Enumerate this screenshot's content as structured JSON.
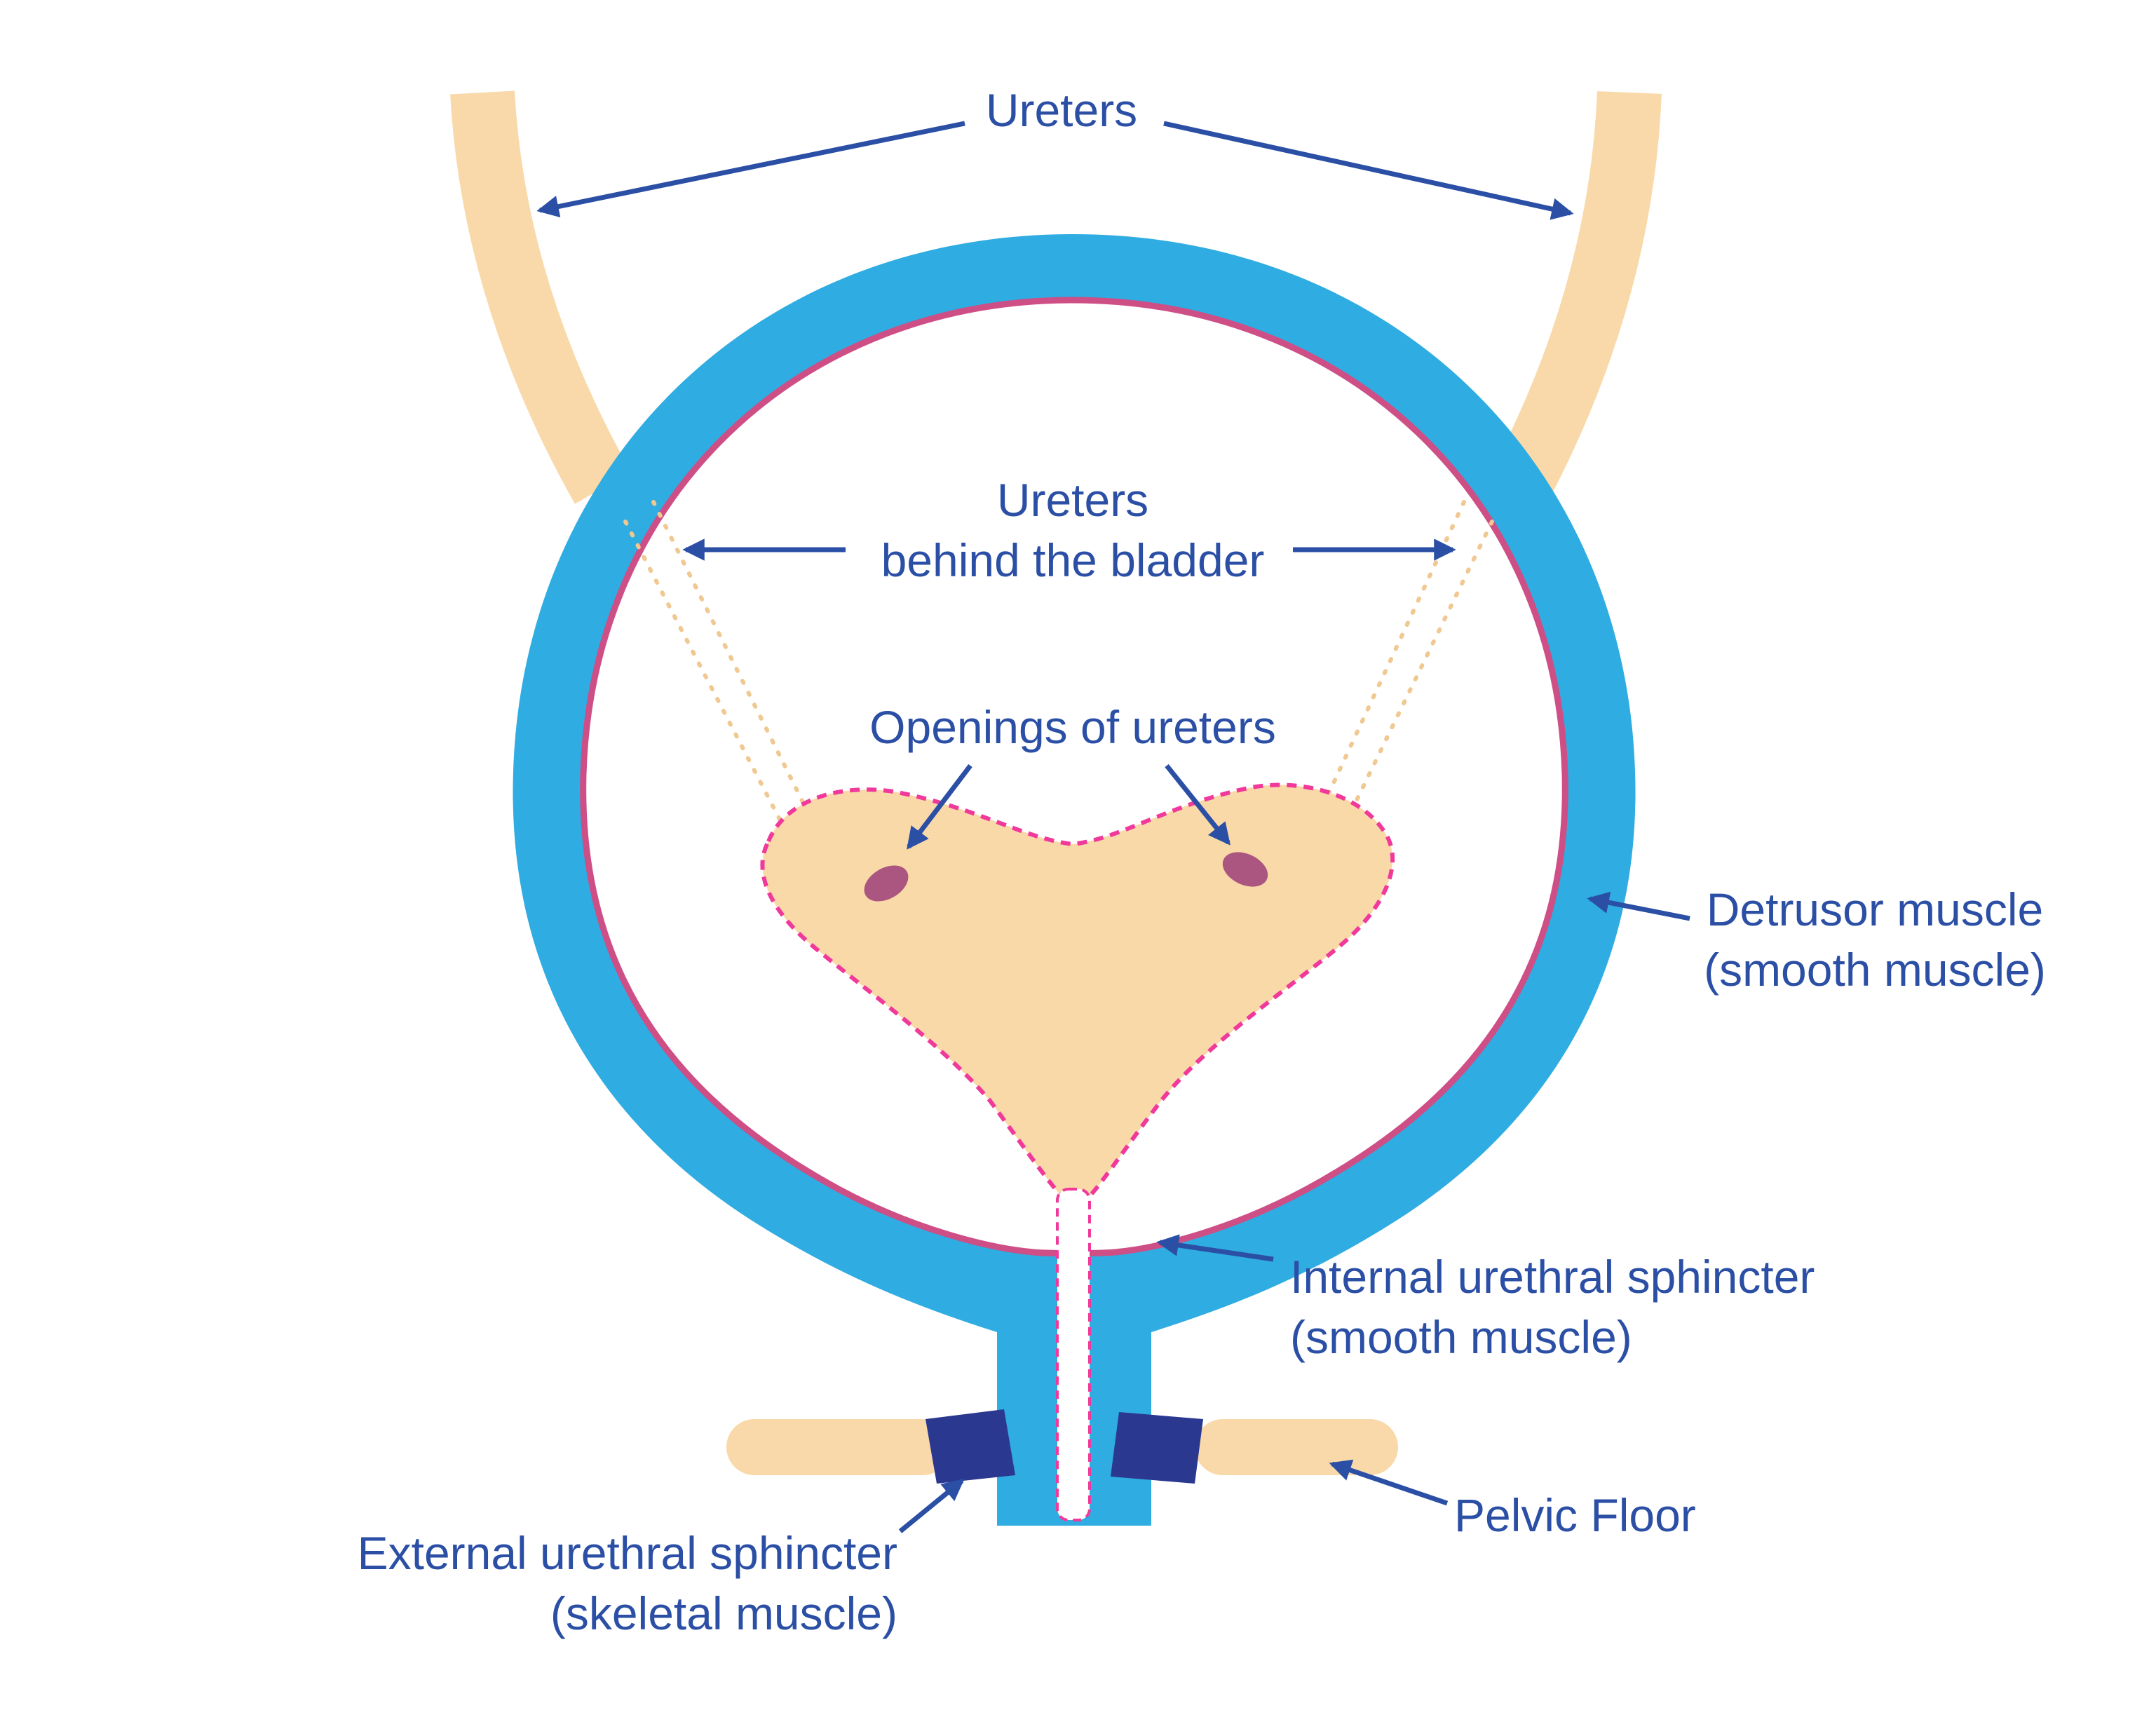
{
  "diagram": {
    "labels": {
      "ureters": "Ureters",
      "ureters_behind": "Ureters\nbehind the bladder",
      "openings": "Openings of ureters",
      "detrusor": "Detrusor muscle\n(smooth muscle)",
      "internal_sphincter": "Internal urethral sphincter\n(smooth muscle)",
      "external_sphincter": "External urethral sphincter\n(skeletal muscle)",
      "pelvic_floor": "Pelvic Floor"
    },
    "colors": {
      "label_blue": "#2b4fa5",
      "arrow_blue": "#2b4fa5",
      "bladder_wall_blue": "#2face1",
      "ureter_tan": "#f9d9a9",
      "dotted_ureter_tan": "#f0c892",
      "lining_pink": "#ce4e86",
      "trigone_fill_tan": "#fad9a8",
      "trigone_outline_pink": "#f0399b",
      "ureter_opening_mauve": "#ab5680",
      "sphincter_navy": "#2b3890",
      "background": "#ffffff"
    }
  }
}
